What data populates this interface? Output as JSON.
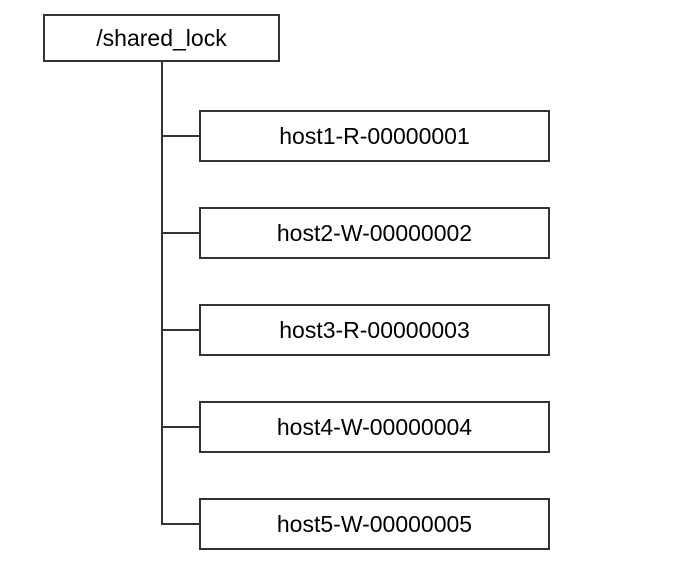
{
  "diagram": {
    "type": "tree",
    "background_color": "#ffffff",
    "line_color": "#333333",
    "text_color": "#000000",
    "root": {
      "label": "/shared_lock"
    },
    "children": [
      {
        "label": "host1-R-00000001"
      },
      {
        "label": "host2-W-00000002"
      },
      {
        "label": "host3-R-00000003"
      },
      {
        "label": "host4-W-00000004"
      },
      {
        "label": "host5-W-00000005"
      }
    ]
  }
}
